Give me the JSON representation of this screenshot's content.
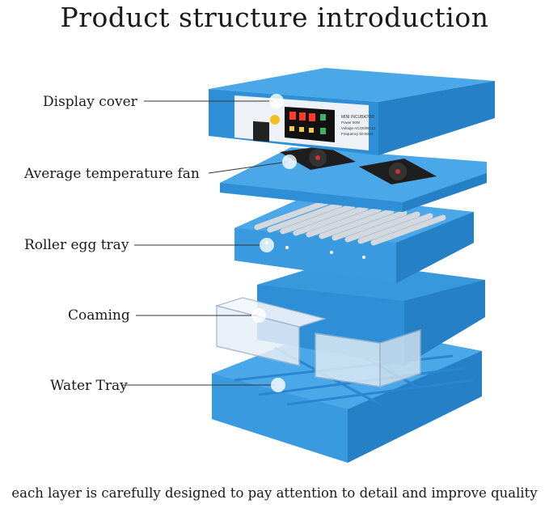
{
  "title": "Product structure introduction",
  "labels": {
    "display_cover": "Display cover",
    "fan": "Average temperature fan",
    "roller": "Roller egg tray",
    "coaming": "Coaming",
    "water_tray": "Water Tray"
  },
  "panel": {
    "name": "MINI INCUBATOR",
    "power": "Power 80W",
    "voltage": "Voltage AC220/DC12",
    "frequency": "Frequency 50-60Hz"
  },
  "footer": "each layer is carefully designed to pay attention to detail and improve quality",
  "colors": {
    "blue_top": "#4aa8e8",
    "blue_side": "#2f8fd6",
    "blue_dark": "#1f6fb3",
    "rail": "#d4d8dc"
  }
}
